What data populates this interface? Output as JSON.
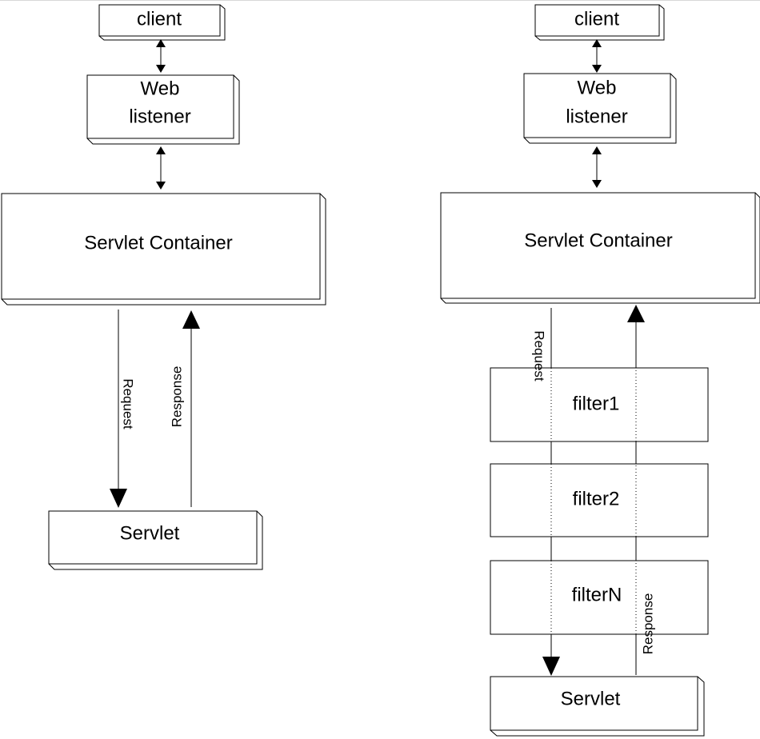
{
  "left": {
    "client": "client",
    "web_listener": [
      "Web",
      "listener"
    ],
    "container": "Servlet Container",
    "request": "Request",
    "response": "Response",
    "servlet": "Servlet"
  },
  "right": {
    "client": "client",
    "web_listener": [
      "Web",
      "listener"
    ],
    "container": "Servlet Container",
    "request": "Request",
    "response": "Response",
    "filters": [
      "filter1",
      "filter2",
      "filterN"
    ],
    "servlet": "Servlet"
  }
}
